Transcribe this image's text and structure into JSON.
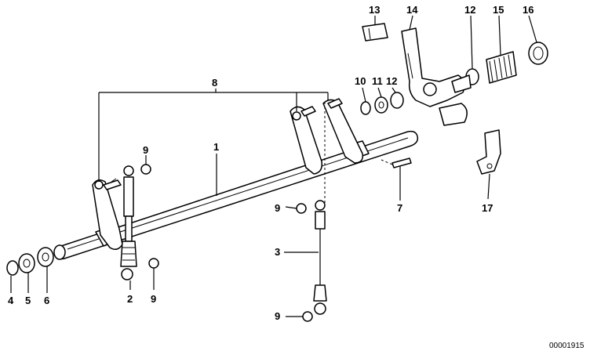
{
  "callouts": {
    "c1": "1",
    "c2": "2",
    "c3": "3",
    "c4": "4",
    "c5": "5",
    "c6": "6",
    "c7": "7",
    "c8": "8",
    "c9a": "9",
    "c9b": "9",
    "c9c": "9",
    "c9d": "9",
    "c10": "10",
    "c11": "11",
    "c12a": "12",
    "c12b": "12",
    "c13": "13",
    "c14": "14",
    "c15": "15",
    "c16": "16",
    "c17": "17"
  },
  "document_number": "00001915",
  "colors": {
    "line": "#000000",
    "background": "#ffffff"
  }
}
